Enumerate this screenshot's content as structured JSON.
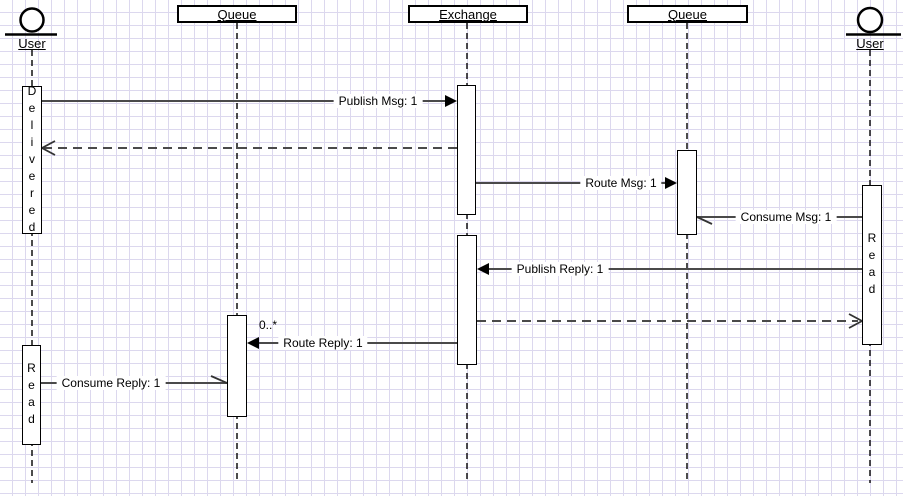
{
  "colors": {
    "grid": "#dcd8ee",
    "shape_border": "#000000",
    "message_line": "#4a4a4a",
    "background": "#ffffff"
  },
  "actors": {
    "left": {
      "label": "User"
    },
    "right": {
      "label": "User"
    }
  },
  "participants": {
    "queue_left": {
      "label": "Queue"
    },
    "exchange": {
      "label": "Exchange"
    },
    "queue_right": {
      "label": "Queue"
    }
  },
  "activations": {
    "delivered": {
      "label": "Delivered"
    },
    "read_right": {
      "label": "Read"
    },
    "read_left": {
      "label": "Read"
    }
  },
  "messages": {
    "publish_msg": {
      "label": "Publish Msg: 1"
    },
    "route_msg": {
      "label": "Route Msg: 1"
    },
    "consume_msg": {
      "label": "Consume Msg: 1"
    },
    "publish_reply": {
      "label": "Publish Reply: 1"
    },
    "route_reply": {
      "label": "Route Reply: 1",
      "multiplicity": "0..*"
    },
    "consume_reply": {
      "label": "Consume Reply: 1"
    }
  }
}
